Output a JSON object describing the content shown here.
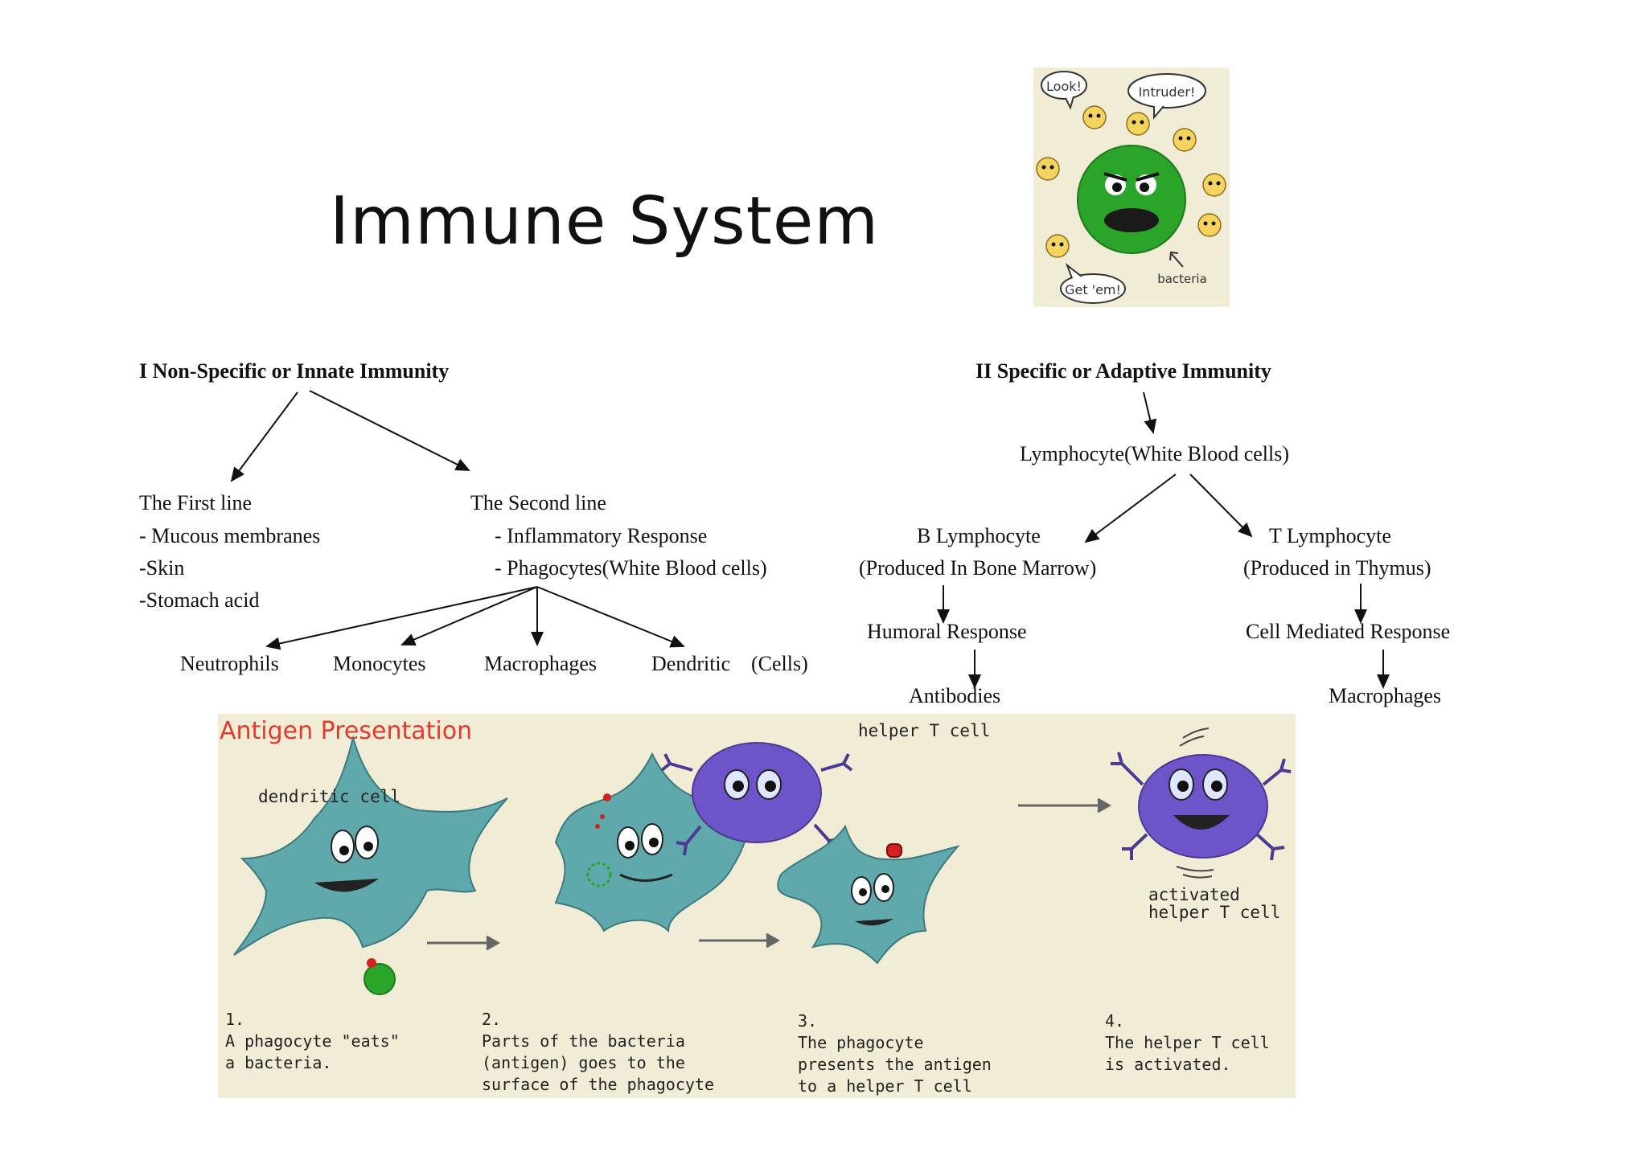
{
  "title": "Immune System",
  "left_branch": {
    "heading": "I Non-Specific or Innate Immunity",
    "first_line": {
      "title": "The First line",
      "items": [
        "- Mucous membranes",
        "-Skin",
        "-Stomach acid"
      ]
    },
    "second_line": {
      "title": "The Second line",
      "items": [
        "- Inflammatory Response",
        "- Phagocytes(White Blood cells)"
      ]
    },
    "phagocytes": [
      "Neutrophils",
      "Monocytes",
      "Macrophages",
      "Dendritic",
      "(Cells)"
    ]
  },
  "right_branch": {
    "heading": "II Specific or Adaptive Immunity",
    "lymphocyte": "Lymphocyte(White Blood cells)",
    "b_cell": {
      "name": "B Lymphocyte",
      "origin": "(Produced In Bone Marrow)",
      "response": "Humoral Response",
      "product": "Antibodies"
    },
    "t_cell": {
      "name": "T Lymphocyte",
      "origin": "(Produced in Thymus)",
      "response": "Cell Mediated Response",
      "product": "Macrophages"
    }
  },
  "bacteria_cartoon": {
    "bubble_1": "Look!",
    "bubble_2": "Intruder!",
    "bubble_3": "Get 'em!",
    "label": "bacteria",
    "colors": {
      "background": "#f1ecd6",
      "bacterium": "#2aa52a",
      "face": "#f4d35e"
    }
  },
  "antigen_panel": {
    "title": "Antigen Presentation",
    "labels": {
      "dendritic": "dendritic cell",
      "helper": "helper T cell",
      "activated_1": "activated",
      "activated_2": "helper T cell"
    },
    "steps": [
      {
        "num": "1.",
        "lines": [
          "A phagocyte \"eats\"",
          "a bacteria."
        ]
      },
      {
        "num": "2.",
        "lines": [
          "Parts of the bacteria",
          "(antigen) goes to the",
          "surface of the phagocyte"
        ]
      },
      {
        "num": "3.",
        "lines": [
          "The phagocyte",
          "presents the antigen",
          "to a helper T cell"
        ]
      },
      {
        "num": "4.",
        "lines": [
          "The helper T cell",
          "is activated."
        ]
      }
    ],
    "colors": {
      "background": "#f1ecd6",
      "title": "#e23b2e",
      "dendritic": "#5fa9ad",
      "tcell": "#6d54c8",
      "antigen": "#d62020"
    }
  }
}
